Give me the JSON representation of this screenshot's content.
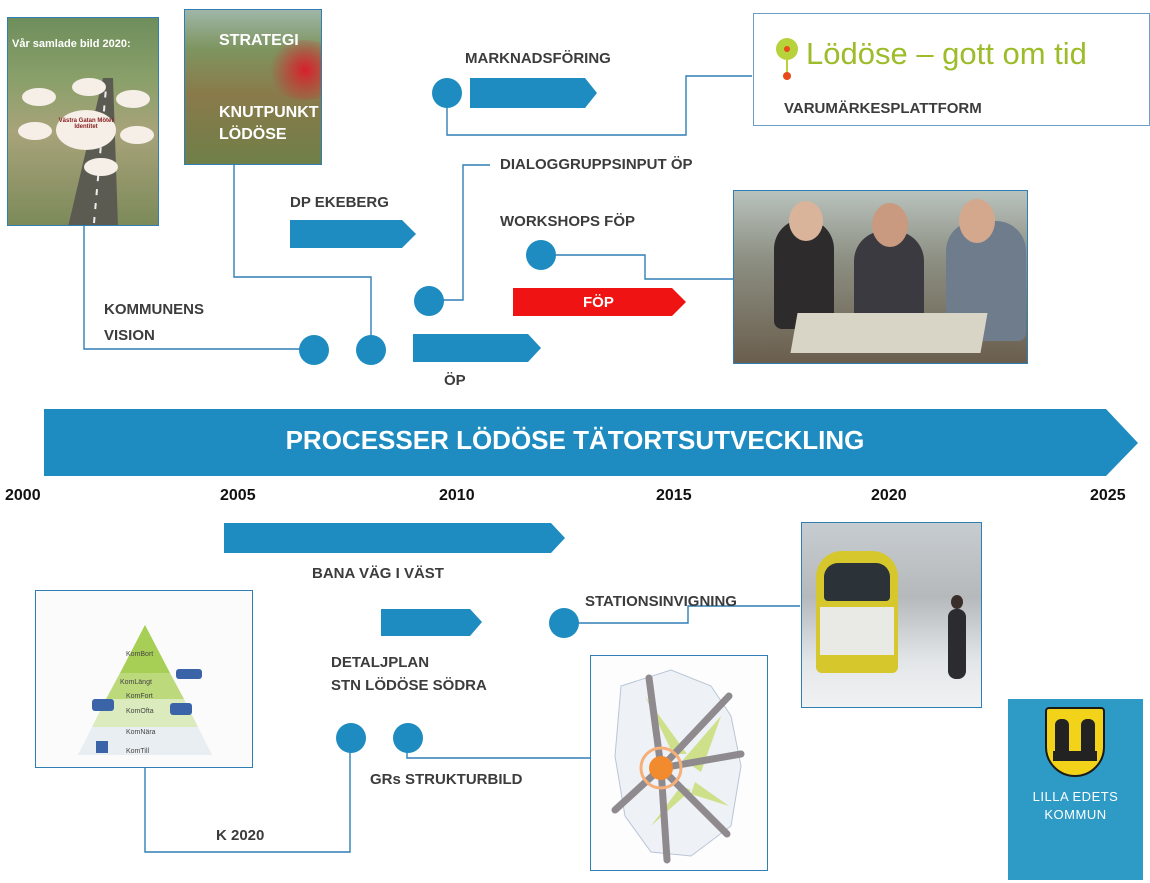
{
  "colors": {
    "accent": "#1e8cc0",
    "highlight": "#f01313",
    "line": "#2f7fb5"
  },
  "timeline": {
    "title": "PROCESSER LÖDÖSE TÄTORTSUTVECKLING",
    "years": [
      "2000",
      "2005",
      "2010",
      "2015",
      "2020",
      "2025"
    ]
  },
  "labels": {
    "marknadsforing": "MARKNADSFÖRING",
    "varumarke": "VARUMÄRKESPLATTFORM",
    "dialog": "DIALOGGRUPPSINPUT ÖP",
    "dp_ekeberg": "DP EKEBERG",
    "workshops": "WORKSHOPS  FÖP",
    "fop": "FÖP",
    "kommunens": "KOMMUNENS",
    "vision": "VISION",
    "op": "ÖP",
    "bana": "BANA VÄG I VÄST",
    "stationsinvigning": "STATIONSINVIGNING",
    "detaljplan1": "DETALJPLAN",
    "detaljplan2": "STN LÖDÖSE SÖDRA",
    "grs": "GRs STRUKTURBILD",
    "k2020": "K 2020"
  },
  "images": {
    "vision_title": "Vår samlade bild 2020:",
    "vision_center": "Västra Gatan Mötet Identitet",
    "strategy_1": "STRATEGI",
    "strategy_2": "KNUTPUNKT",
    "strategy_3": "LÖDÖSE",
    "brand_text": "Lödöse – gott om tid",
    "logo_1": "LILLA EDETS",
    "logo_2": "KOMMUN",
    "pyramid": [
      "KomBort",
      "KomLängt",
      "KomFort",
      "KomOfta",
      "KomNära",
      "KomTill"
    ]
  }
}
